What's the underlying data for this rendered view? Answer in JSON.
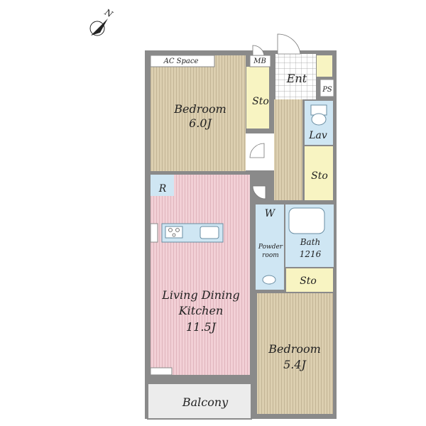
{
  "compass": {
    "label": "N"
  },
  "rooms": {
    "bedroom1": {
      "name": "Bedroom",
      "size": "6.0J"
    },
    "ac_space": "AC Space",
    "mb": "MB",
    "entrance": "Ent",
    "ps": "PS",
    "storage_bedroom1": "Sto",
    "lavatory": "Lav",
    "storage_hall": "Sto",
    "refrigerator": "R",
    "washer": "W",
    "powder_room": {
      "line1": "Powder",
      "line2": "room"
    },
    "bath": {
      "name": "Bath",
      "size": "1216"
    },
    "storage_bedroom2": "Sto",
    "ldk": {
      "line1": "Living Dining",
      "line2": "Kitchen",
      "size": "11.5J"
    },
    "bedroom2": {
      "name": "Bedroom",
      "size": "5.4J"
    },
    "balcony": "Balcony"
  },
  "colors": {
    "wall": "#8a8a8a",
    "bedroom_floor": "#dccfb0",
    "ldk_floor": "#f2d0d6",
    "storage": "#f8f4c2",
    "wet_area": "#cfe6f3",
    "balcony": "#ececec"
  }
}
